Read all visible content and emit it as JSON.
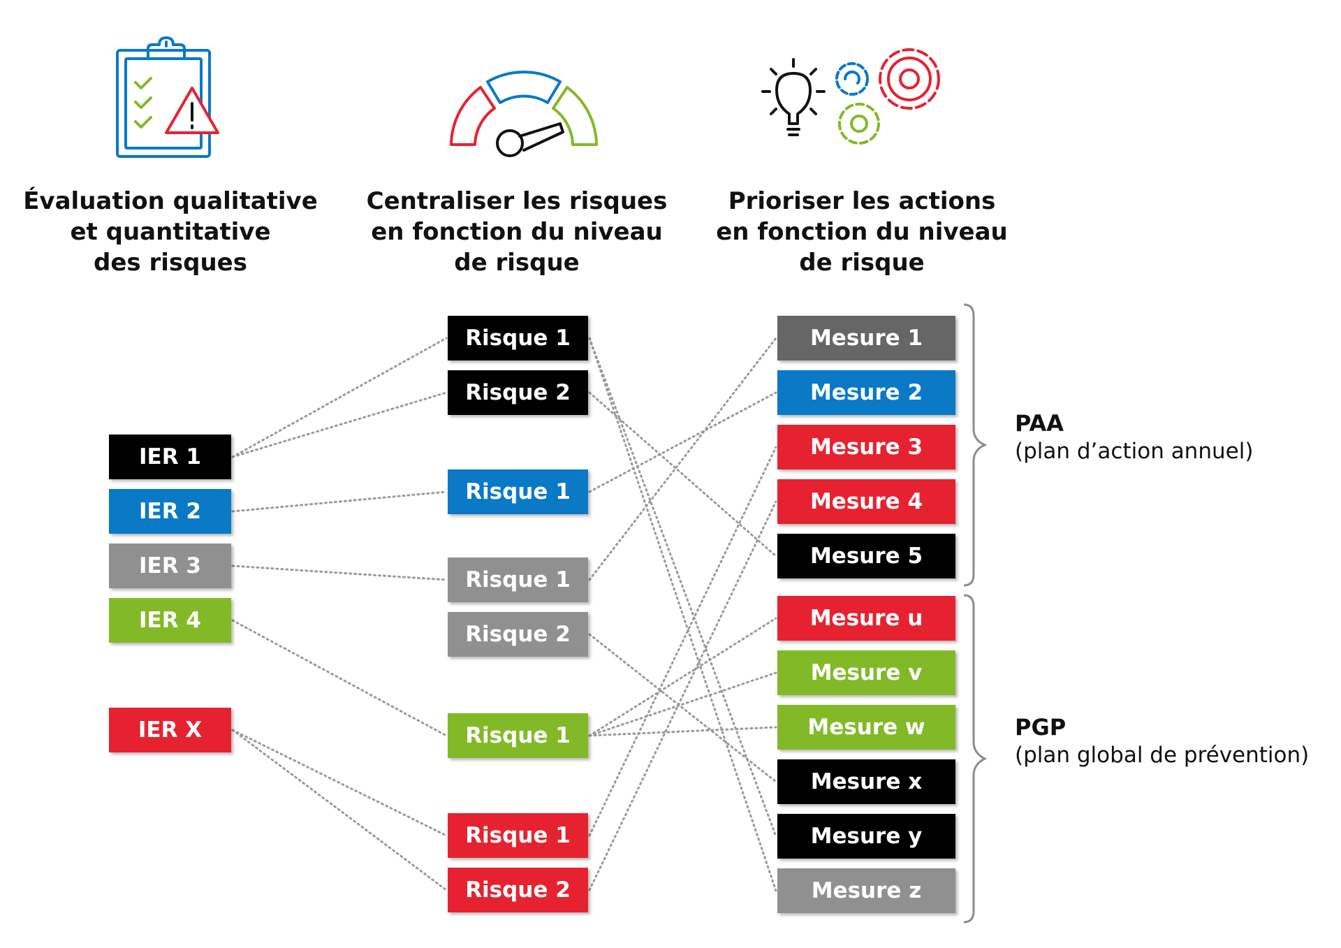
{
  "headings": {
    "col1": [
      "Évaluation qualitative",
      "et quantitative",
      "des risques"
    ],
    "col2": [
      "Centraliser les risques",
      "en fonction du niveau",
      "de risque"
    ],
    "col3": [
      "Prioriser les actions",
      "en fonction du niveau",
      "de risque"
    ]
  },
  "icons": {
    "col1": "clipboard-warning-icon",
    "col2": "gauge-icon",
    "col3": "lightbulb-gears-icon"
  },
  "colors": {
    "black": "#000000",
    "blue": "#0a79c6",
    "gray": "#909090",
    "dark_gray": "#666666",
    "green": "#82ba27",
    "red": "#e62231",
    "link": "#9a9a9a"
  },
  "ier": [
    {
      "id": "ier1",
      "label": "IER 1",
      "color": "black"
    },
    {
      "id": "ier2",
      "label": "IER 2",
      "color": "blue"
    },
    {
      "id": "ier3",
      "label": "IER 3",
      "color": "gray"
    },
    {
      "id": "ier4",
      "label": "IER 4",
      "color": "green"
    },
    {
      "id": "ierx",
      "label": "IER X",
      "color": "red"
    }
  ],
  "risques": [
    {
      "id": "r1",
      "label": "Risque 1",
      "color": "black"
    },
    {
      "id": "r2",
      "label": "Risque 2",
      "color": "black"
    },
    {
      "id": "r3",
      "label": "Risque 1",
      "color": "blue"
    },
    {
      "id": "r4",
      "label": "Risque 1",
      "color": "gray"
    },
    {
      "id": "r5",
      "label": "Risque 2",
      "color": "gray"
    },
    {
      "id": "r6",
      "label": "Risque 1",
      "color": "green"
    },
    {
      "id": "r7",
      "label": "Risque 1",
      "color": "red"
    },
    {
      "id": "r8",
      "label": "Risque 2",
      "color": "red"
    }
  ],
  "mesures": [
    {
      "id": "m1",
      "label": "Mesure 1",
      "color": "dark_gray"
    },
    {
      "id": "m2",
      "label": "Mesure 2",
      "color": "blue"
    },
    {
      "id": "m3",
      "label": "Mesure 3",
      "color": "red"
    },
    {
      "id": "m4",
      "label": "Mesure 4",
      "color": "red"
    },
    {
      "id": "m5",
      "label": "Mesure 5",
      "color": "black"
    },
    {
      "id": "mu",
      "label": "Mesure u",
      "color": "red"
    },
    {
      "id": "mv",
      "label": "Mesure v",
      "color": "green"
    },
    {
      "id": "mw",
      "label": "Mesure w",
      "color": "green"
    },
    {
      "id": "mx",
      "label": "Mesure x",
      "color": "black"
    },
    {
      "id": "my",
      "label": "Mesure y",
      "color": "black"
    },
    {
      "id": "mz",
      "label": "Mesure z",
      "color": "gray"
    }
  ],
  "groups": {
    "paa": {
      "title": "PAA",
      "subtitle": "(plan d’action annuel)"
    },
    "pgp": {
      "title": "PGP",
      "subtitle": "(plan global de prévention)"
    }
  },
  "links": [
    [
      "ier1",
      "r1"
    ],
    [
      "ier1",
      "r2"
    ],
    [
      "ier2",
      "r3"
    ],
    [
      "ier3",
      "r4"
    ],
    [
      "ier4",
      "r6"
    ],
    [
      "ierx",
      "r7"
    ],
    [
      "ierx",
      "r8"
    ],
    [
      "r1",
      "my"
    ],
    [
      "r1",
      "mz"
    ],
    [
      "r2",
      "m5"
    ],
    [
      "r3",
      "m2"
    ],
    [
      "r4",
      "m1"
    ],
    [
      "r5",
      "mx"
    ],
    [
      "r6",
      "mu"
    ],
    [
      "r6",
      "mv"
    ],
    [
      "r6",
      "mw"
    ],
    [
      "r7",
      "m3"
    ],
    [
      "r8",
      "m4"
    ]
  ]
}
